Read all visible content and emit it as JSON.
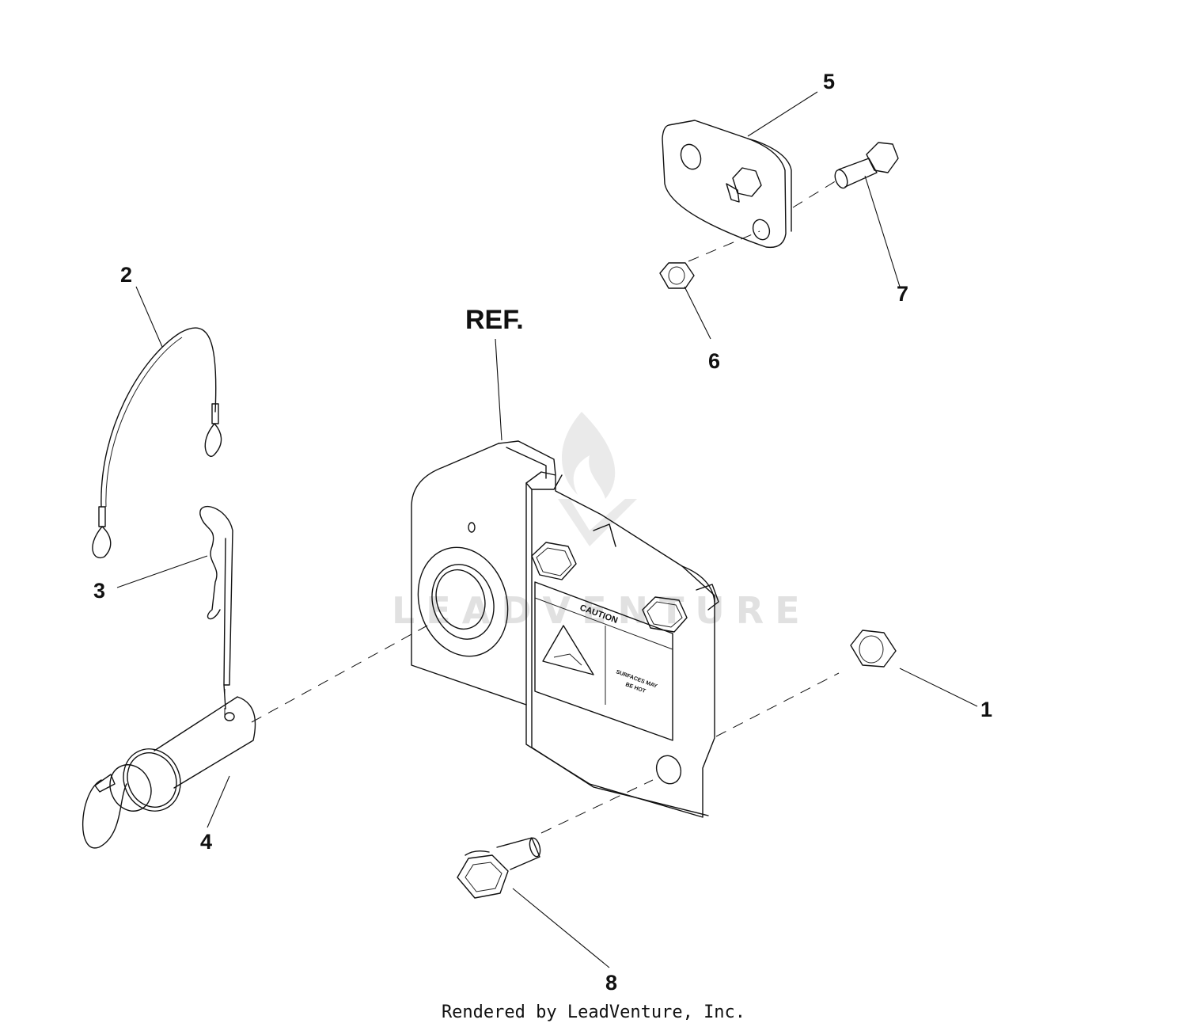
{
  "diagram": {
    "reference_label": "REF.",
    "callouts": [
      {
        "id": "1",
        "label": "1"
      },
      {
        "id": "2",
        "label": "2"
      },
      {
        "id": "3",
        "label": "3"
      },
      {
        "id": "4",
        "label": "4"
      },
      {
        "id": "5",
        "label": "5"
      },
      {
        "id": "6",
        "label": "6"
      },
      {
        "id": "7",
        "label": "7"
      },
      {
        "id": "8",
        "label": "8"
      }
    ],
    "decal": {
      "header": "CAUTION",
      "message_line1": "SURFACES MAY",
      "message_line2": "BE HOT"
    },
    "watermark": "LEADVENTURE"
  },
  "footer": {
    "text": "Rendered by LeadVenture, Inc."
  }
}
